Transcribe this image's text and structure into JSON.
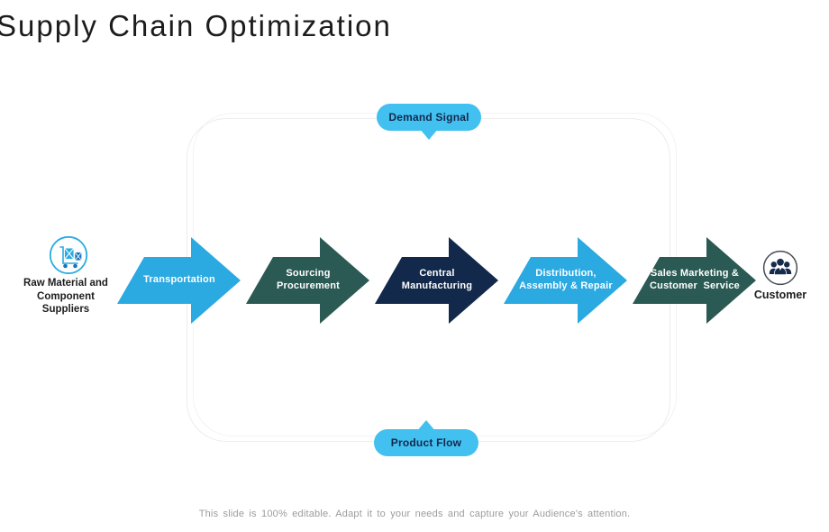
{
  "slide": {
    "title": "Supply Chain Optimization",
    "footer_note": "This slide is 100% editable. Adapt it to your needs and capture your Audience's attention."
  },
  "flow": {
    "top_bubble": "Demand Signal",
    "bottom_bubble": "Product Flow",
    "source": {
      "label": "Raw Material and\nComponent\nSuppliers",
      "icon": "hand-truck-crates-icon"
    },
    "destination": {
      "label": "Customer",
      "icon": "customer-group-icon"
    },
    "process_steps": [
      {
        "label": "Transportation",
        "color": "#2BA9E1"
      },
      {
        "label": "Sourcing\nProcurement",
        "color": "#2A5A53"
      },
      {
        "label": "Central\nManufacturing",
        "color": "#13294B"
      },
      {
        "label": "Distribution,\nAssembly & Repair",
        "color": "#2BA9E1"
      },
      {
        "label": "Sales Marketing &\nCustomer  Service",
        "color": "#2A5A53"
      }
    ]
  },
  "colors": {
    "arrow_cyan": "#2BA9E1",
    "arrow_teal": "#2A5A53",
    "arrow_navy": "#13294B",
    "bubble_cyan": "#42C0F0",
    "bubble_text_navy": "#14294C",
    "icon_cyan": "#29ABE2",
    "icon_dark_blue": "#1B75BB",
    "people_navy": "#152A4D",
    "caption_gray": "#9C9C9C"
  }
}
